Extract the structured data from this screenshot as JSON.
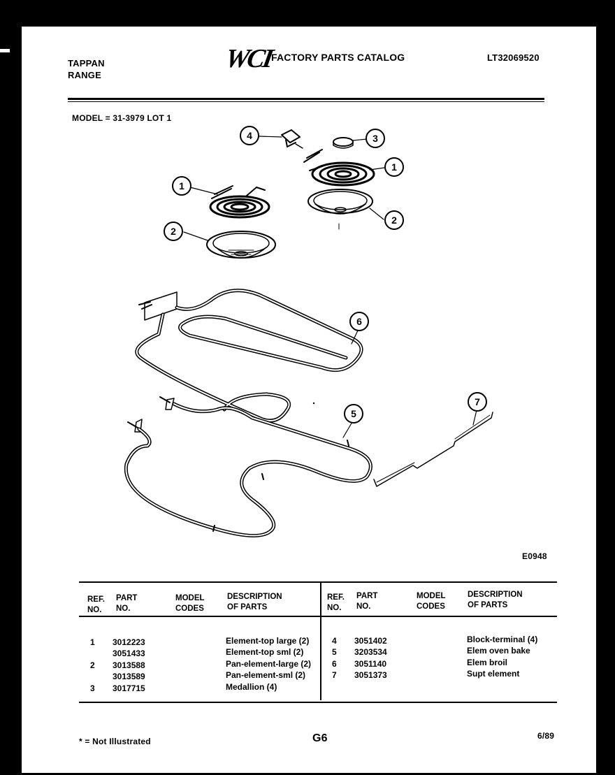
{
  "header": {
    "brand_line1": "TAPPAN",
    "brand_line2": "RANGE",
    "logo": "WCI",
    "catalog_title": "FACTORY PARTS CATALOG",
    "catalog_no": "LT32069520"
  },
  "model_line": "MODEL = 31-3979 LOT 1",
  "diagram": {
    "code": "E0948",
    "callouts": [
      "1",
      "2",
      "3",
      "4",
      "1",
      "2",
      "5",
      "6",
      "7"
    ]
  },
  "table": {
    "headers": {
      "ref": [
        "REF.",
        "NO."
      ],
      "part": [
        "PART",
        "NO."
      ],
      "model": [
        "MODEL",
        "CODES"
      ],
      "desc": [
        "DESCRIPTION",
        "OF PARTS"
      ]
    },
    "left_rows": [
      {
        "ref": "1",
        "part": "3012223",
        "desc": "Element-top large (2)"
      },
      {
        "ref": "",
        "part": "3051433",
        "desc": "Element-top sml (2)"
      },
      {
        "ref": "2",
        "part": "3013588",
        "desc": "Pan-element-large (2)"
      },
      {
        "ref": "",
        "part": "3013589",
        "desc": "Pan-element-sml (2)"
      },
      {
        "ref": "3",
        "part": "3017715",
        "desc": "Medallion (4)"
      }
    ],
    "right_rows": [
      {
        "ref": "4",
        "part": "3051402",
        "desc": "Block-terminal (4)"
      },
      {
        "ref": "5",
        "part": "3203534",
        "desc": "Elem oven bake"
      },
      {
        "ref": "6",
        "part": "3051140",
        "desc": "Elem broil"
      },
      {
        "ref": "7",
        "part": "3051373",
        "desc": "Supt element"
      }
    ]
  },
  "footer": {
    "note": "* = Not Illustrated",
    "page": "G6",
    "date": "6/89"
  }
}
